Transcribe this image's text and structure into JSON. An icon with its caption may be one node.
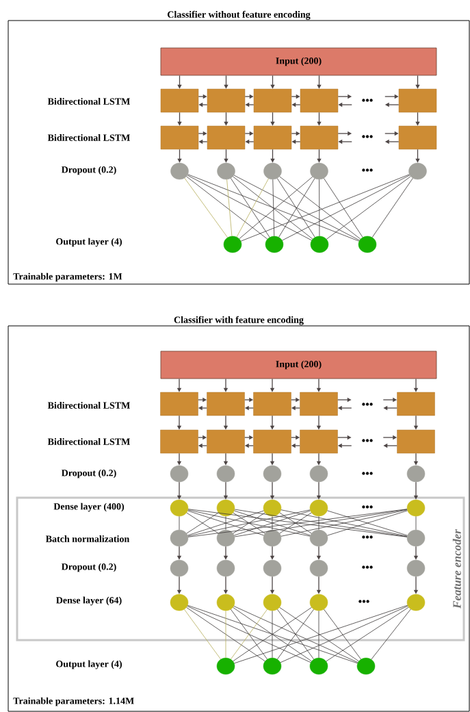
{
  "diagram": {
    "nodes": [
      {
        "text": [
          "Classifier without feature encoding"
        ]
      },
      {
        "text": [
          "Input (200)"
        ],
        "in": 0
      },
      {
        "text": [],
        "shape": "box",
        "in": 0
      },
      {
        "text": [],
        "shape": "box",
        "in": 0
      },
      {
        "text": [],
        "shape": "box",
        "in": 0
      },
      {
        "text": [],
        "shape": "box",
        "in": 0
      },
      {
        "text": [],
        "shape": "box",
        "in": 0
      },
      {
        "text": [],
        "shape": "box",
        "in": 0
      },
      {
        "text": [],
        "shape": "box",
        "in": 0
      },
      {
        "text": [],
        "shape": "box",
        "in": 0
      },
      {
        "text": [],
        "shape": "box",
        "in": 0
      },
      {
        "text": [],
        "shape": "box",
        "in": 0
      },
      {
        "text": [],
        "shape": "circle",
        "in": 0
      },
      {
        "text": [],
        "shape": "circle",
        "in": 0
      },
      {
        "text": [],
        "shape": "circle",
        "in": 0
      },
      {
        "text": [],
        "shape": "circle",
        "in": 0
      },
      {
        "text": [],
        "shape": "circle",
        "in": 0
      },
      {
        "text": [],
        "shape": "circle",
        "in": 0
      },
      {
        "text": [],
        "shape": "circle",
        "in": 0
      },
      {
        "text": [],
        "shape": "circle",
        "in": 0
      },
      {
        "text": [],
        "shape": "circle",
        "in": 0
      },
      {
        "text": [
          "Classifier with feature encoding"
        ]
      },
      {
        "text": [
          "Input (200)"
        ],
        "in": 21
      },
      {
        "text": [],
        "shape": "box",
        "in": 21
      },
      {
        "text": [],
        "shape": "box",
        "in": 21
      },
      {
        "text": [],
        "shape": "box",
        "in": 21
      },
      {
        "text": [],
        "shape": "box",
        "in": 21
      },
      {
        "text": [],
        "shape": "box",
        "in": 21
      },
      {
        "text": [],
        "shape": "box",
        "in": 21
      },
      {
        "text": [],
        "shape": "box",
        "in": 21
      },
      {
        "text": [],
        "shape": "box",
        "in": 21
      },
      {
        "text": [],
        "shape": "box",
        "in": 21
      },
      {
        "text": [],
        "shape": "box",
        "in": 21
      },
      {
        "text": [],
        "shape": "circle",
        "in": 21
      },
      {
        "text": [],
        "shape": "circle",
        "in": 21
      },
      {
        "text": [],
        "shape": "circle",
        "in": 21
      },
      {
        "text": [],
        "shape": "circle",
        "in": 21
      },
      {
        "text": [],
        "shape": "circle",
        "in": 21
      },
      {
        "text": [
          "Feature encoder"
        ],
        "in": 21
      },
      {
        "text": [],
        "shape": "circle",
        "in": 38
      },
      {
        "text": [],
        "shape": "circle",
        "in": 38
      },
      {
        "text": [],
        "shape": "circle",
        "in": 38
      },
      {
        "text": [],
        "shape": "circle",
        "in": 38
      },
      {
        "text": [],
        "shape": "circle",
        "in": 38
      },
      {
        "text": [],
        "shape": "circle",
        "in": 38
      },
      {
        "text": [],
        "shape": "circle",
        "in": 38
      },
      {
        "text": [],
        "shape": "circle",
        "in": 38
      },
      {
        "text": [],
        "shape": "circle",
        "in": 38
      },
      {
        "text": [],
        "shape": "circle",
        "in": 38
      },
      {
        "text": [],
        "shape": "circle",
        "in": 38
      },
      {
        "text": [],
        "shape": "circle",
        "in": 38
      },
      {
        "text": [],
        "shape": "circle",
        "in": 38
      },
      {
        "text": [],
        "shape": "circle",
        "in": 38
      },
      {
        "text": [],
        "shape": "circle",
        "in": 38
      },
      {
        "text": [],
        "shape": "circle",
        "in": 38
      },
      {
        "text": [],
        "shape": "circle",
        "in": 38
      },
      {
        "text": [],
        "shape": "circle",
        "in": 38
      },
      {
        "text": [],
        "shape": "circle",
        "in": 38
      },
      {
        "text": [],
        "shape": "circle",
        "in": 38
      },
      {
        "text": [],
        "shape": "circle",
        "in": 21
      },
      {
        "text": [],
        "shape": "circle",
        "in": 21
      },
      {
        "text": [],
        "shape": "circle",
        "in": 21
      },
      {
        "text": [],
        "shape": "circle",
        "in": 21
      }
    ],
    "edges": [
      {
        "from": 1,
        "to": 2,
        "arrow": "to"
      },
      {
        "from": 1,
        "to": 3,
        "arrow": "to"
      },
      {
        "from": 1,
        "to": 4,
        "arrow": "to"
      },
      {
        "from": 1,
        "to": 5,
        "arrow": "to"
      },
      {
        "from": 1,
        "to": 6,
        "arrow": "to"
      },
      {
        "from": 2,
        "to": 3,
        "arrow": "to"
      },
      {
        "from": 3,
        "to": 2,
        "arrow": "to"
      },
      {
        "from": 3,
        "to": 4,
        "arrow": "to"
      },
      {
        "from": 4,
        "to": 3,
        "arrow": "to"
      },
      {
        "from": 4,
        "to": 5,
        "arrow": "to"
      },
      {
        "from": 5,
        "to": 4,
        "arrow": "to"
      },
      {
        "from": 5,
        "to": null,
        "arrow": "to"
      },
      {
        "from": null,
        "to": 5,
        "arrow": "to"
      },
      {
        "from": null,
        "to": 6,
        "arrow": "to"
      },
      {
        "from": 6,
        "to": null,
        "arrow": "to"
      },
      {
        "from": 7,
        "to": 8,
        "arrow": "to"
      },
      {
        "from": 8,
        "to": 7,
        "arrow": "to"
      },
      {
        "from": 8,
        "to": 9,
        "arrow": "to"
      },
      {
        "from": 9,
        "to": 8,
        "arrow": "to"
      },
      {
        "from": 9,
        "to": 10,
        "arrow": "to"
      },
      {
        "from": 10,
        "to": 9,
        "arrow": "to"
      },
      {
        "from": 10,
        "to": null,
        "arrow": "to"
      },
      {
        "from": null,
        "to": 10,
        "arrow": "to"
      },
      {
        "from": null,
        "to": 11,
        "arrow": "to"
      },
      {
        "from": 11,
        "to": null,
        "arrow": "to"
      },
      {
        "from": 2,
        "to": 7,
        "arrow": "to"
      },
      {
        "from": 3,
        "to": 8,
        "arrow": "to"
      },
      {
        "from": 4,
        "to": 9,
        "arrow": "to"
      },
      {
        "from": 5,
        "to": 10,
        "arrow": "to"
      },
      {
        "from": 6,
        "to": 11,
        "arrow": "to"
      },
      {
        "from": 7,
        "to": 12,
        "arrow": "to"
      },
      {
        "from": 8,
        "to": 13,
        "arrow": "to"
      },
      {
        "from": 9,
        "to": 14,
        "arrow": "to"
      },
      {
        "from": 10,
        "to": 15,
        "arrow": "to"
      },
      {
        "from": 11,
        "to": 16,
        "arrow": "to"
      },
      {
        "from": 12,
        "to": 17,
        "arrow": "none",
        "color": "#b5ad5a"
      },
      {
        "from": 12,
        "to": 18,
        "arrow": "none"
      },
      {
        "from": 12,
        "to": 19,
        "arrow": "none"
      },
      {
        "from": 12,
        "to": 20,
        "arrow": "none"
      },
      {
        "from": 13,
        "to": 17,
        "arrow": "none",
        "color": "#b5ad5a"
      },
      {
        "from": 13,
        "to": 18,
        "arrow": "none"
      },
      {
        "from": 13,
        "to": 19,
        "arrow": "none"
      },
      {
        "from": 13,
        "to": 20,
        "arrow": "none"
      },
      {
        "from": 14,
        "to": 17,
        "arrow": "none",
        "color": "#b5ad5a"
      },
      {
        "from": 14,
        "to": 18,
        "arrow": "none"
      },
      {
        "from": 14,
        "to": 19,
        "arrow": "none"
      },
      {
        "from": 14,
        "to": 20,
        "arrow": "none"
      },
      {
        "from": 15,
        "to": 17,
        "arrow": "none"
      },
      {
        "from": 15,
        "to": 18,
        "arrow": "none"
      },
      {
        "from": 15,
        "to": 19,
        "arrow": "none"
      },
      {
        "from": 15,
        "to": 20,
        "arrow": "none"
      },
      {
        "from": 16,
        "to": 17,
        "arrow": "none"
      },
      {
        "from": 16,
        "to": 18,
        "arrow": "none"
      },
      {
        "from": 16,
        "to": 19,
        "arrow": "none"
      },
      {
        "from": 16,
        "to": 20,
        "arrow": "none"
      },
      {
        "from": 22,
        "to": 23,
        "arrow": "to"
      },
      {
        "from": 22,
        "to": 24,
        "arrow": "to"
      },
      {
        "from": 22,
        "to": 25,
        "arrow": "to"
      },
      {
        "from": 22,
        "to": 26,
        "arrow": "to"
      },
      {
        "from": 22,
        "to": 27,
        "arrow": "to"
      },
      {
        "from": 23,
        "to": 24,
        "arrow": "to"
      },
      {
        "from": 24,
        "to": 23,
        "arrow": "to"
      },
      {
        "from": 24,
        "to": 25,
        "arrow": "to"
      },
      {
        "from": 25,
        "to": 24,
        "arrow": "to"
      },
      {
        "from": 25,
        "to": 26,
        "arrow": "to"
      },
      {
        "from": 26,
        "to": 25,
        "arrow": "to"
      },
      {
        "from": 26,
        "to": null,
        "arrow": "to"
      },
      {
        "from": null,
        "to": 26,
        "arrow": "to"
      },
      {
        "from": null,
        "to": 27,
        "arrow": "to"
      },
      {
        "from": 27,
        "to": null,
        "arrow": "to"
      },
      {
        "from": 28,
        "to": 29,
        "arrow": "to"
      },
      {
        "from": 29,
        "to": 28,
        "arrow": "to"
      },
      {
        "from": 29,
        "to": 30,
        "arrow": "to"
      },
      {
        "from": 30,
        "to": 29,
        "arrow": "to"
      },
      {
        "from": 30,
        "to": 31,
        "arrow": "to"
      },
      {
        "from": 31,
        "to": 30,
        "arrow": "to"
      },
      {
        "from": 31,
        "to": null,
        "arrow": "to"
      },
      {
        "from": null,
        "to": 31,
        "arrow": "to"
      },
      {
        "from": null,
        "to": 32,
        "arrow": "to"
      },
      {
        "from": 32,
        "to": null,
        "arrow": "to"
      },
      {
        "from": 23,
        "to": 28,
        "arrow": "to"
      },
      {
        "from": 24,
        "to": 29,
        "arrow": "to"
      },
      {
        "from": 25,
        "to": 30,
        "arrow": "to"
      },
      {
        "from": 26,
        "to": 31,
        "arrow": "to"
      },
      {
        "from": 27,
        "to": 32,
        "arrow": "to"
      },
      {
        "from": 28,
        "to": 33,
        "arrow": "to"
      },
      {
        "from": 29,
        "to": 34,
        "arrow": "to"
      },
      {
        "from": 30,
        "to": 35,
        "arrow": "to"
      },
      {
        "from": 31,
        "to": 36,
        "arrow": "to"
      },
      {
        "from": 32,
        "to": 37,
        "arrow": "to"
      },
      {
        "from": 33,
        "to": 39,
        "arrow": "to"
      },
      {
        "from": 34,
        "to": 40,
        "arrow": "to"
      },
      {
        "from": 35,
        "to": 41,
        "arrow": "to"
      },
      {
        "from": 36,
        "to": 42,
        "arrow": "to"
      },
      {
        "from": 37,
        "to": 43,
        "arrow": "to"
      },
      {
        "from": 39,
        "to": 44,
        "arrow": "none"
      },
      {
        "from": 39,
        "to": 45,
        "arrow": "none"
      },
      {
        "from": 39,
        "to": 46,
        "arrow": "none"
      },
      {
        "from": 39,
        "to": 47,
        "arrow": "none"
      },
      {
        "from": 39,
        "to": 48,
        "arrow": "none"
      },
      {
        "from": 40,
        "to": 44,
        "arrow": "none"
      },
      {
        "from": 40,
        "to": 45,
        "arrow": "none"
      },
      {
        "from": 40,
        "to": 46,
        "arrow": "none"
      },
      {
        "from": 40,
        "to": 47,
        "arrow": "none"
      },
      {
        "from": 40,
        "to": 48,
        "arrow": "none"
      },
      {
        "from": 41,
        "to": 44,
        "arrow": "none"
      },
      {
        "from": 41,
        "to": 45,
        "arrow": "none"
      },
      {
        "from": 41,
        "to": 46,
        "arrow": "none"
      },
      {
        "from": 41,
        "to": 47,
        "arrow": "none"
      },
      {
        "from": 41,
        "to": 48,
        "arrow": "none"
      },
      {
        "from": 42,
        "to": 44,
        "arrow": "none"
      },
      {
        "from": 42,
        "to": 45,
        "arrow": "none"
      },
      {
        "from": 42,
        "to": 46,
        "arrow": "none"
      },
      {
        "from": 42,
        "to": 47,
        "arrow": "none"
      },
      {
        "from": 42,
        "to": 48,
        "arrow": "none"
      },
      {
        "from": 43,
        "to": 44,
        "arrow": "none"
      },
      {
        "from": 43,
        "to": 45,
        "arrow": "none"
      },
      {
        "from": 43,
        "to": 46,
        "arrow": "none"
      },
      {
        "from": 43,
        "to": 47,
        "arrow": "none"
      },
      {
        "from": 43,
        "to": 48,
        "arrow": "none"
      },
      {
        "from": 44,
        "to": 49,
        "arrow": "to"
      },
      {
        "from": 45,
        "to": 50,
        "arrow": "to"
      },
      {
        "from": 46,
        "to": 51,
        "arrow": "to"
      },
      {
        "from": 47,
        "to": 52,
        "arrow": "to"
      },
      {
        "from": 48,
        "to": 53,
        "arrow": "to"
      },
      {
        "from": 49,
        "to": 54,
        "arrow": "to"
      },
      {
        "from": 50,
        "to": 55,
        "arrow": "to"
      },
      {
        "from": 51,
        "to": 56,
        "arrow": "to"
      },
      {
        "from": 52,
        "to": 57,
        "arrow": "to"
      },
      {
        "from": 53,
        "to": 58,
        "arrow": "to"
      },
      {
        "from": 54,
        "to": 59,
        "arrow": "none",
        "color": "#b5ad5a"
      },
      {
        "from": 54,
        "to": 60,
        "arrow": "none"
      },
      {
        "from": 54,
        "to": 61,
        "arrow": "none"
      },
      {
        "from": 54,
        "to": 62,
        "arrow": "none"
      },
      {
        "from": 55,
        "to": 59,
        "arrow": "none",
        "color": "#b5ad5a"
      },
      {
        "from": 55,
        "to": 60,
        "arrow": "none"
      },
      {
        "from": 55,
        "to": 61,
        "arrow": "none"
      },
      {
        "from": 55,
        "to": 62,
        "arrow": "none"
      },
      {
        "from": 56,
        "to": 59,
        "arrow": "none",
        "color": "#b5ad5a"
      },
      {
        "from": 56,
        "to": 60,
        "arrow": "none"
      },
      {
        "from": 56,
        "to": 61,
        "arrow": "none"
      },
      {
        "from": 56,
        "to": 62,
        "arrow": "none"
      },
      {
        "from": 57,
        "to": 59,
        "arrow": "none"
      },
      {
        "from": 57,
        "to": 60,
        "arrow": "none"
      },
      {
        "from": 57,
        "to": 61,
        "arrow": "none"
      },
      {
        "from": 57,
        "to": 62,
        "arrow": "none"
      },
      {
        "from": 58,
        "to": 59,
        "arrow": "none"
      },
      {
        "from": 58,
        "to": 60,
        "arrow": "none"
      },
      {
        "from": 58,
        "to": 61,
        "arrow": "none"
      },
      {
        "from": 58,
        "to": 62,
        "arrow": "none"
      }
    ],
    "labels": [
      "Bidirectional LSTM",
      "•••",
      "Bidirectional LSTM",
      "•••",
      "Dropout (0.2)",
      "•••",
      "Output layer (4)",
      "Trainable parameters: 1M",
      "Bidirectional LSTM",
      "•••",
      "Bidirectional LSTM",
      "•••",
      "Dropout (0.2)",
      "•••",
      "Dense layer (400)",
      "•••",
      "Batch normalization",
      "•••",
      "Dropout (0.2)",
      "•••",
      "Dense layer (64)",
      "•••",
      "Output layer (4)",
      "Trainable parameters: 1.14M"
    ]
  }
}
